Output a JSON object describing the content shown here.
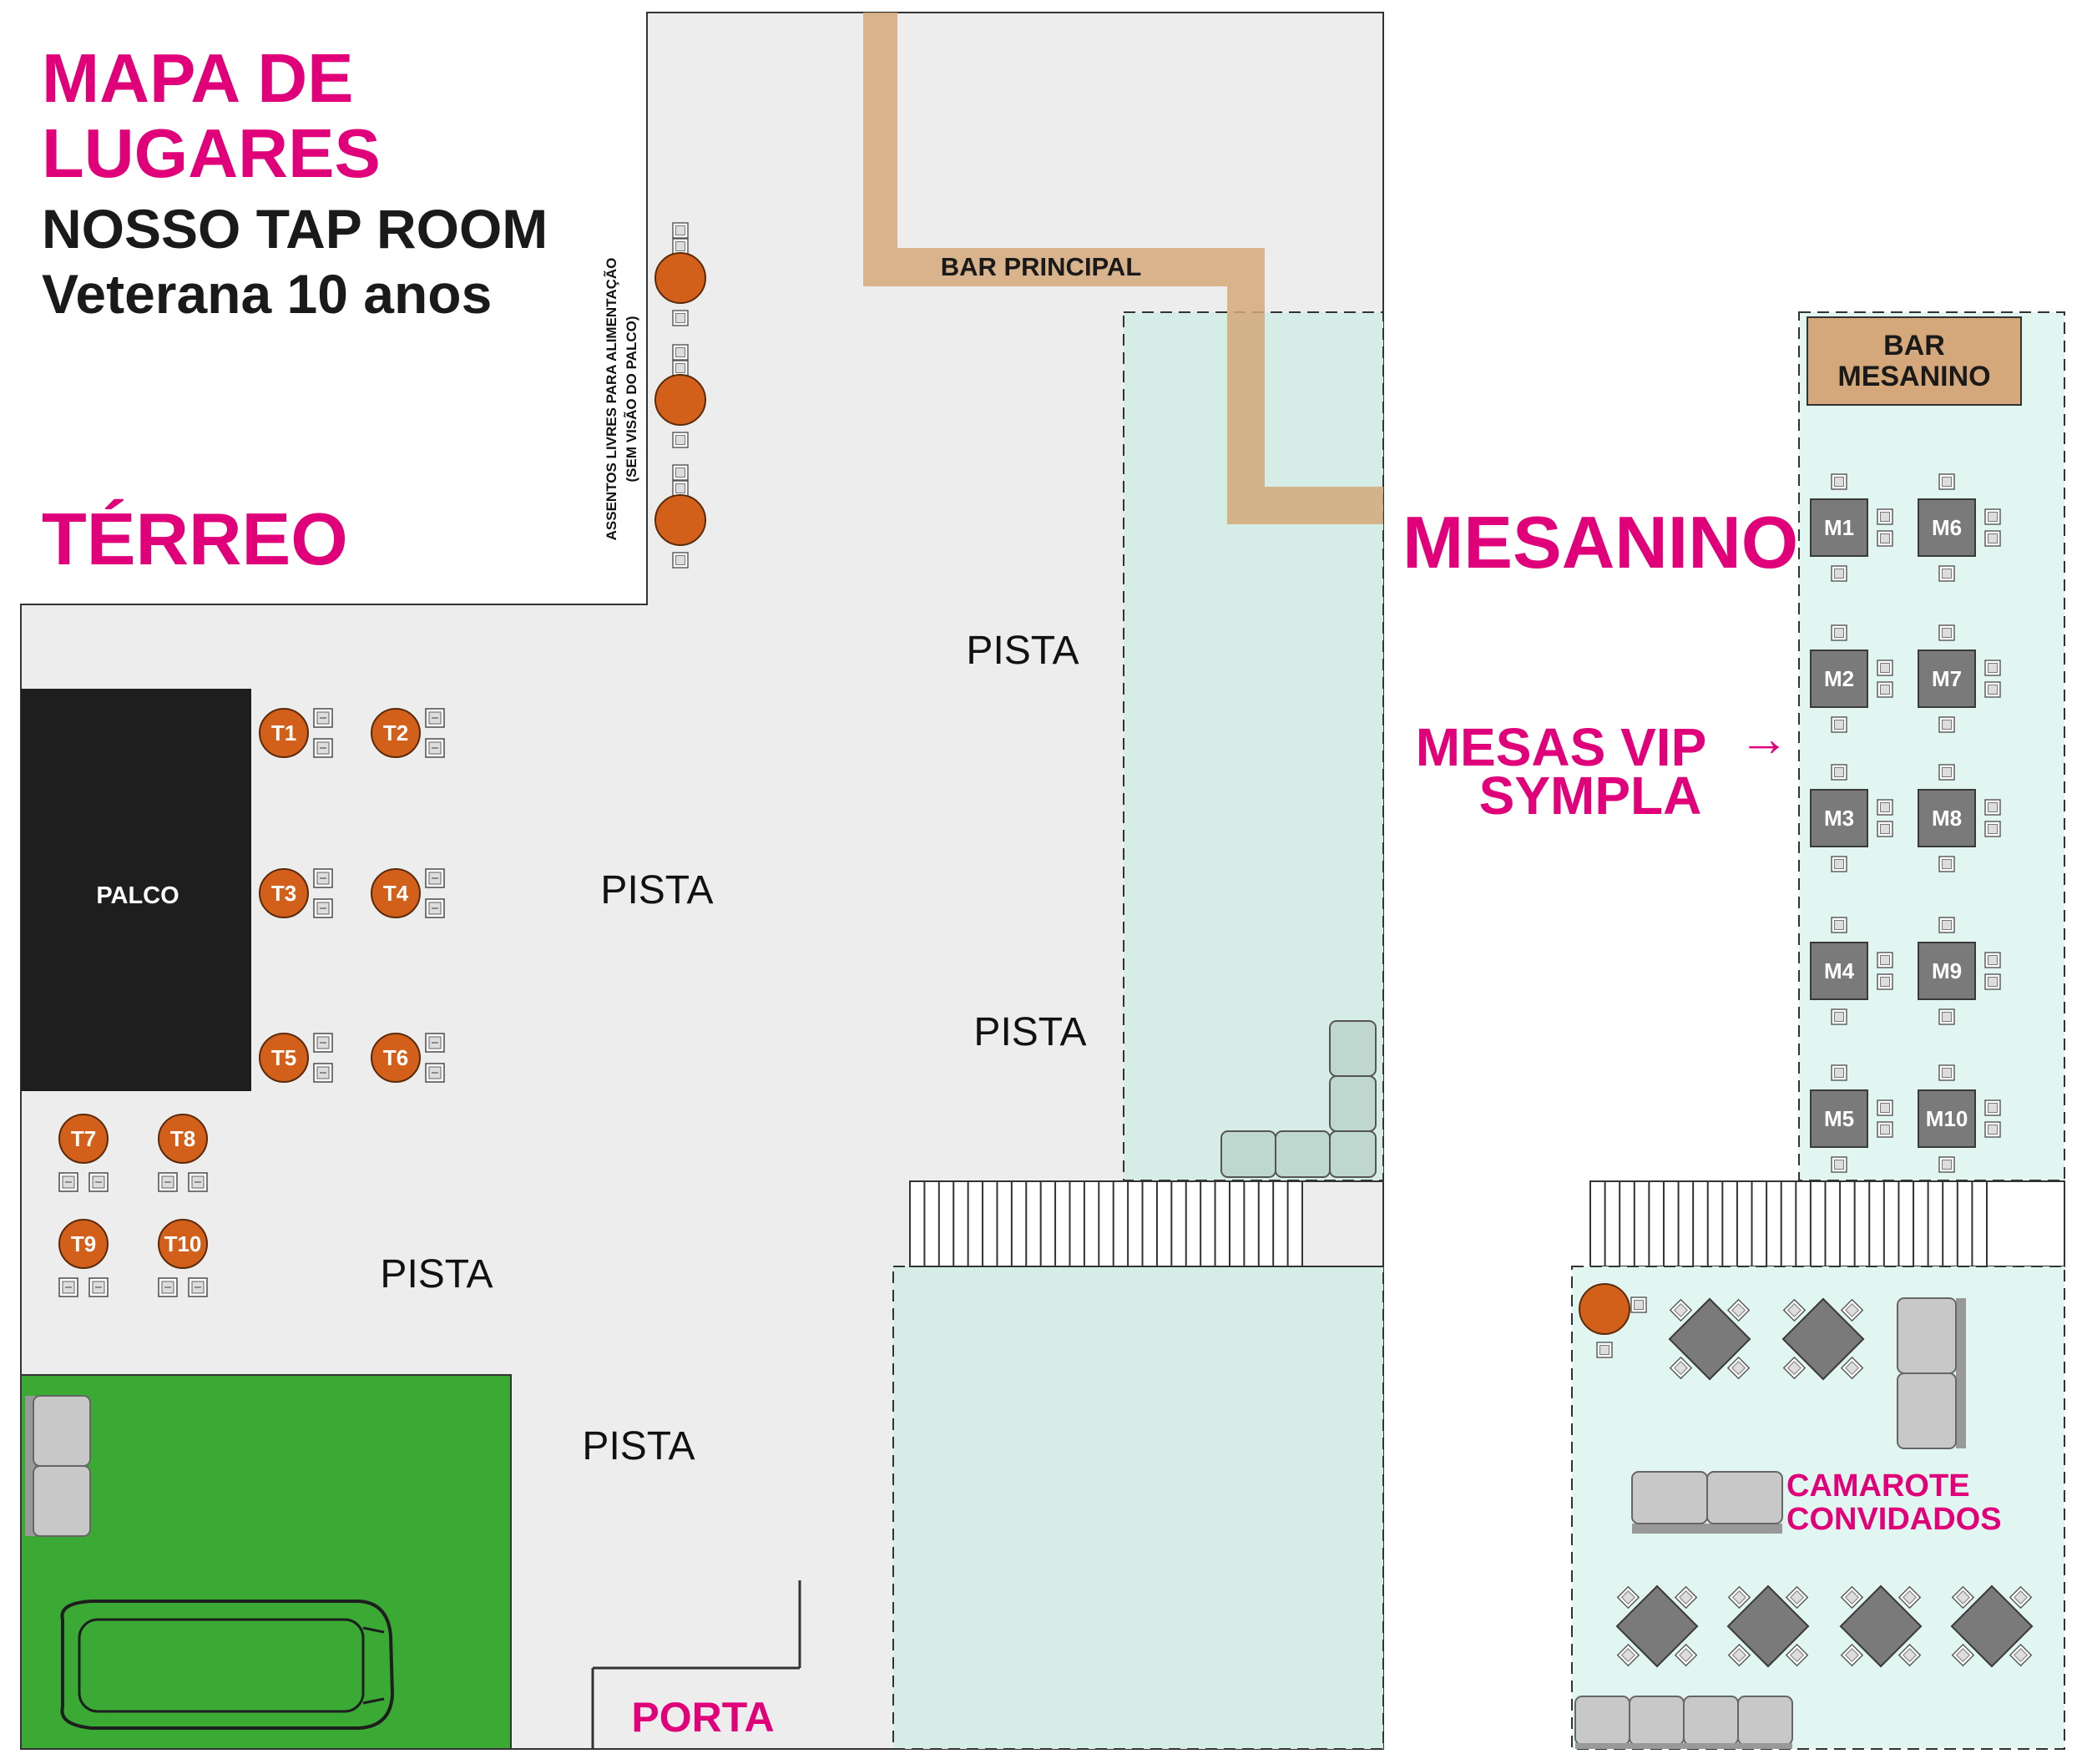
{
  "header": {
    "title_line1": "MAPA DE",
    "title_line2": "LUGARES",
    "venue": "NOSSO TAP ROOM",
    "event": "Veterana 10 anos"
  },
  "floors": {
    "ground": "TÉRREO",
    "mezzanine": "MESANINO"
  },
  "zones": {
    "bar_principal": "BAR PRINCIPAL",
    "bar_mesanino_line1": "BAR",
    "bar_mesanino_line2": "MESANINO",
    "palco": "PALCO",
    "pista": "PISTA",
    "porta": "PORTA",
    "free_seats_line1": "ASSENTOS LIVRES PARA ALIMENTAÇÃO",
    "free_seats_line2": "(SEM VISÃO DO PALCO)",
    "vip_line1": "MESAS VIP",
    "vip_line2": "SYMPLA",
    "vip_arrow": "→",
    "camarote_line1": "CAMAROTE",
    "camarote_line2": "CONVIDADOS"
  },
  "ground_tables": [
    "T1",
    "T2",
    "T3",
    "T4",
    "T5",
    "T6",
    "T7",
    "T8",
    "T9",
    "T10"
  ],
  "mezzanine_tables": [
    "M1",
    "M2",
    "M3",
    "M4",
    "M5",
    "M6",
    "M7",
    "M8",
    "M9",
    "M10"
  ],
  "colors": {
    "accent": "#E0007A",
    "table_orange": "#D2601A",
    "floor": "#EDEDED",
    "mezzanine_area": "#D5EDE6",
    "bar": "#D4A87A",
    "stage": "#1E1E1E",
    "green_area": "#3AAA35",
    "vip_table": "#7A7A7A"
  }
}
